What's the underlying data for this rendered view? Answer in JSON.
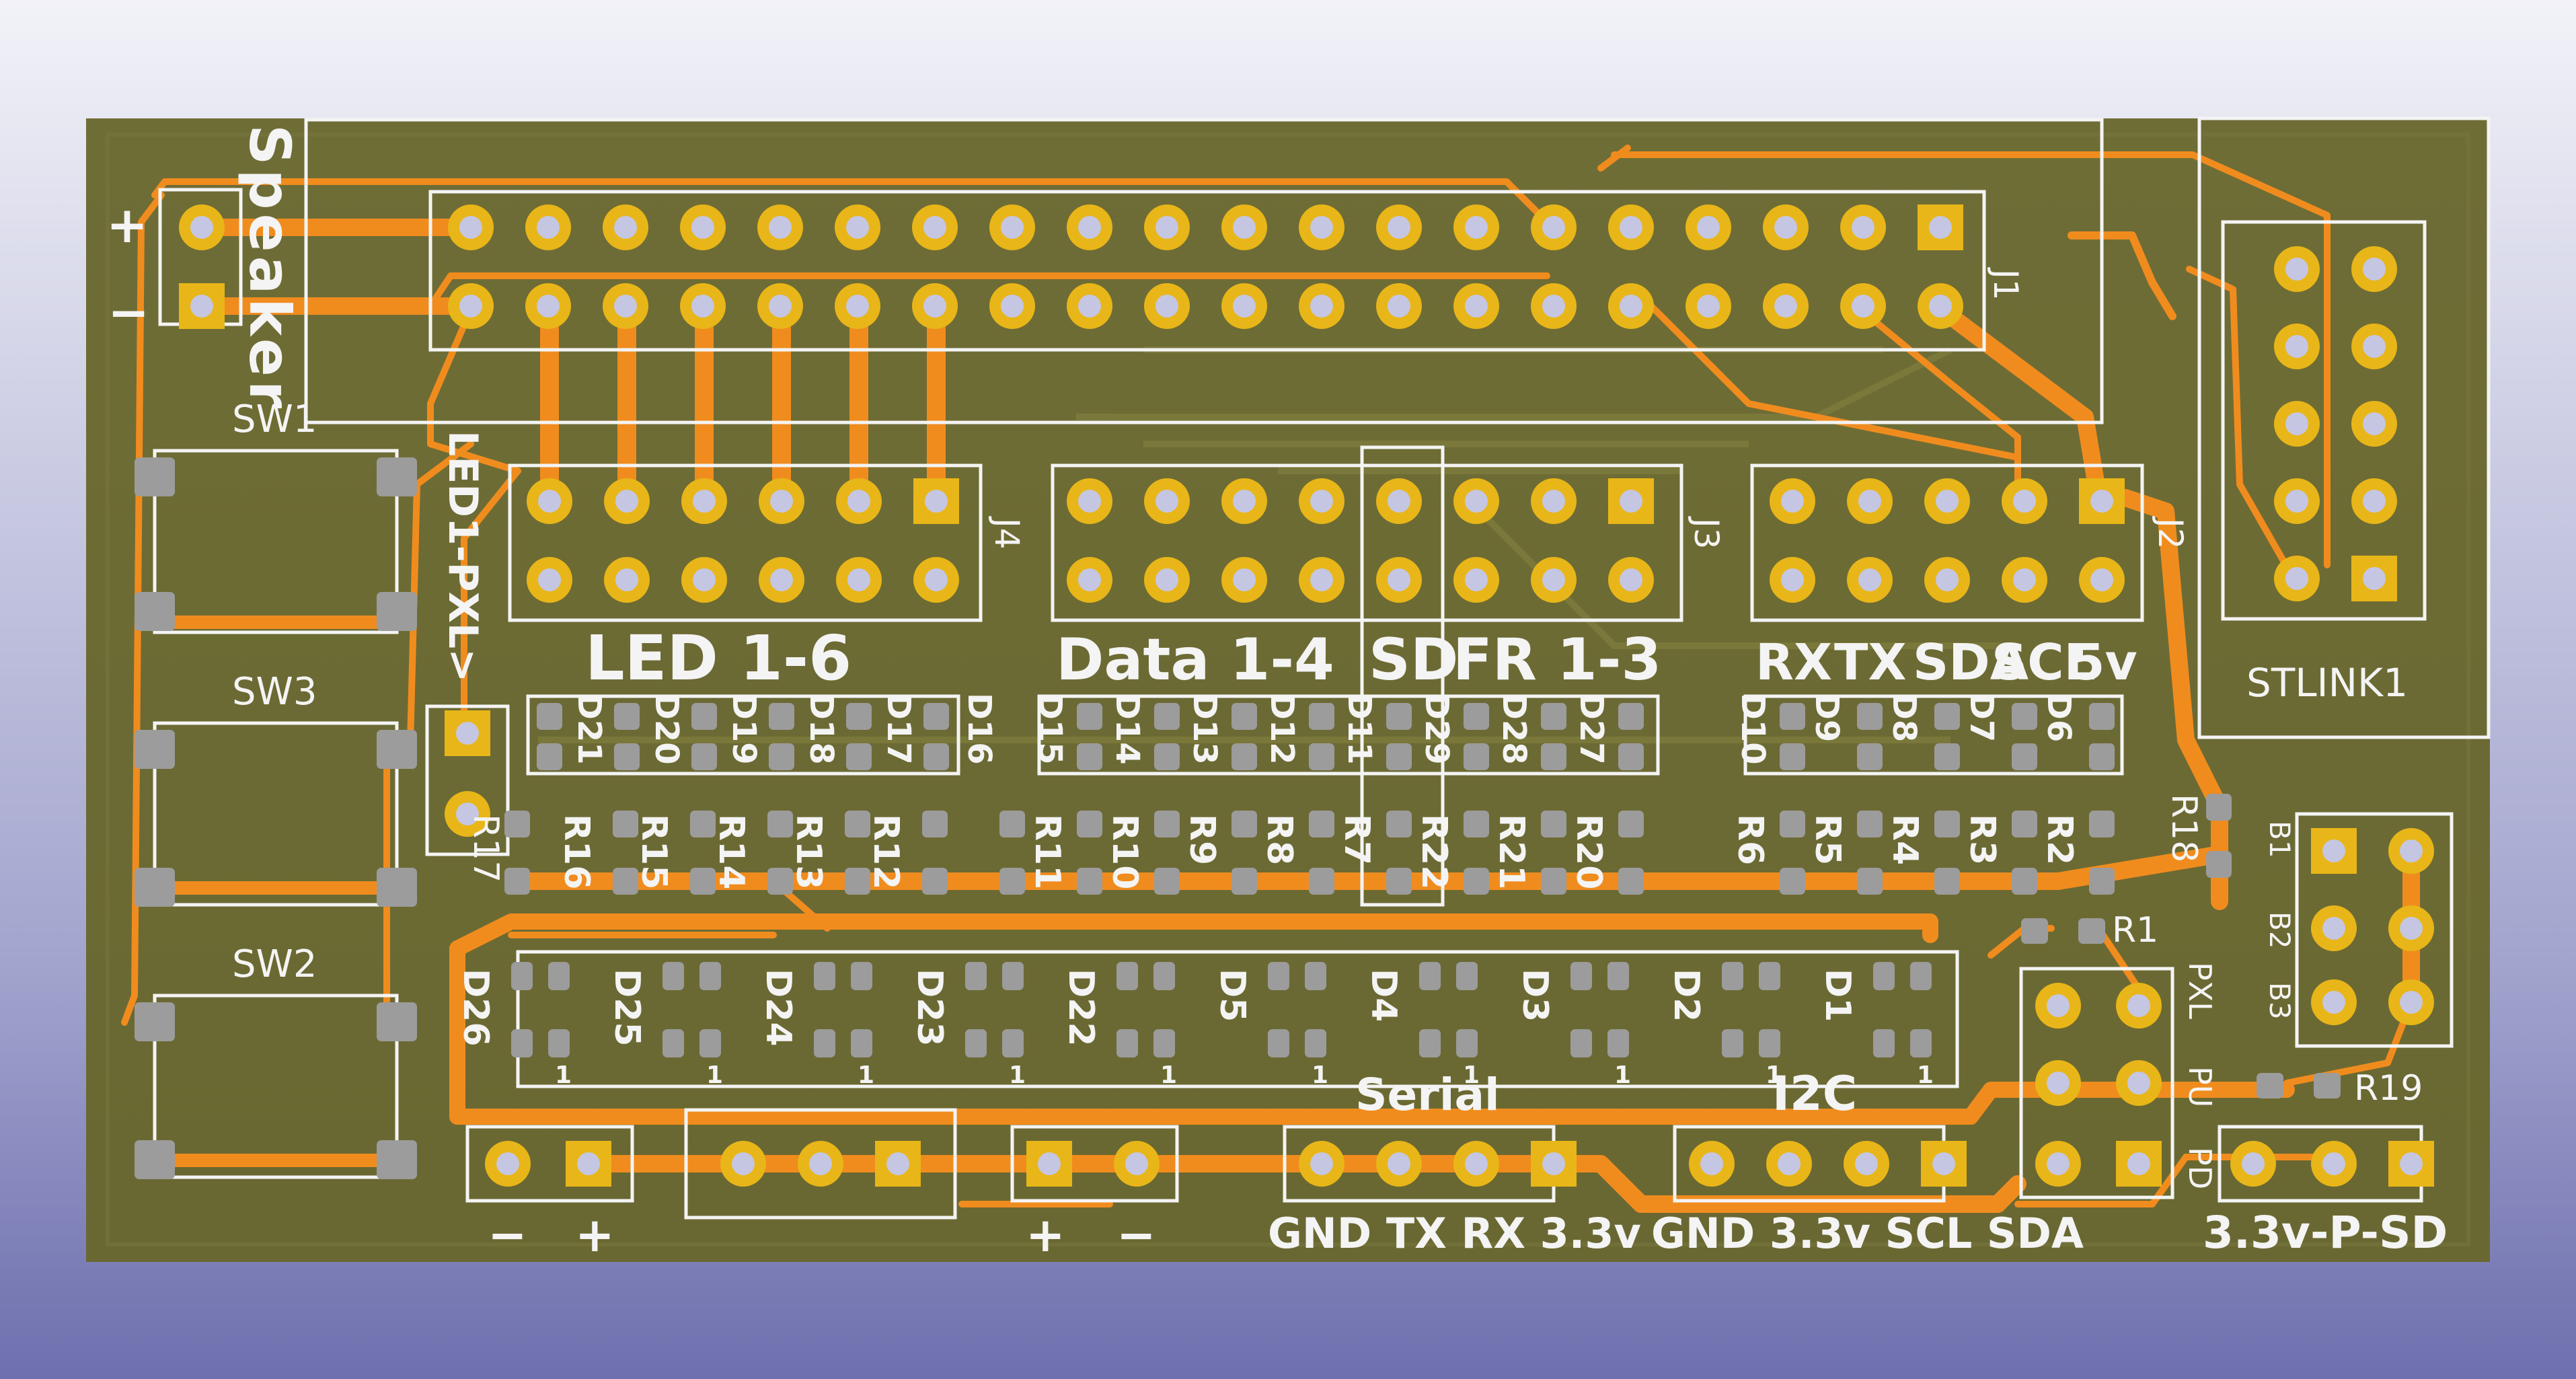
{
  "board": {
    "speaker_label": "Speaker",
    "speaker_plus": "+",
    "speaker_minus": "−",
    "led_pxl_label": "LED1-PXL>",
    "sw1": "SW1",
    "sw2": "SW2",
    "sw3": "SW3",
    "j1": "J1",
    "j2": "J2",
    "j3": "J3",
    "j4": "J4",
    "stlink": "STLINK1",
    "led_group": "LED 1-6",
    "data_group": "Data 1-4",
    "sd_group": "SD",
    "fr_group": "FR 1-3",
    "j2_signals": [
      "RX",
      "TX",
      "SDA",
      "SCL",
      "5v"
    ],
    "serial_title": "Serial",
    "serial_pins": "GND TX RX 3.3v",
    "i2c_title": "I2C",
    "i2c_pins": "GND 3.3v SCL SDA",
    "power_bottom": "3.3v-P-SD",
    "pwr_left": [
      "−",
      "+"
    ],
    "pwr_mid": [
      "+",
      "−"
    ],
    "pxl_pu_pd": [
      "PXL",
      "PU",
      "PD"
    ],
    "b_labels": [
      "B1",
      "B2",
      "B3"
    ],
    "r1": "R1",
    "r17": "R17",
    "r18": "R18",
    "r19": "R19",
    "top_leds": [
      "D21",
      "D20",
      "D19",
      "D18",
      "D17",
      "D16",
      "D15",
      "D14",
      "D13",
      "D12",
      "D11",
      "D29",
      "D28",
      "D27",
      "D10",
      "D9",
      "D8",
      "D7",
      "D6"
    ],
    "top_resistors": [
      "R16",
      "R15",
      "R14",
      "R13",
      "R12",
      "R11",
      "R10",
      "R9",
      "R8",
      "R7",
      "R22",
      "R21",
      "R20",
      "R6",
      "R5",
      "R4",
      "R3",
      "R2"
    ],
    "bottom_leds": [
      "D26",
      "D25",
      "D24",
      "D23",
      "D22",
      "D5",
      "D4",
      "D3",
      "D2",
      "D1"
    ],
    "pin_one": "1"
  },
  "colors": {
    "pcb": "#6e6c34",
    "copper": "#f08c1e",
    "pad": "#e8b618",
    "silk": "#f4f4f4",
    "smd_pad": "#9c9c9c",
    "drill": "#c5c6e2"
  }
}
